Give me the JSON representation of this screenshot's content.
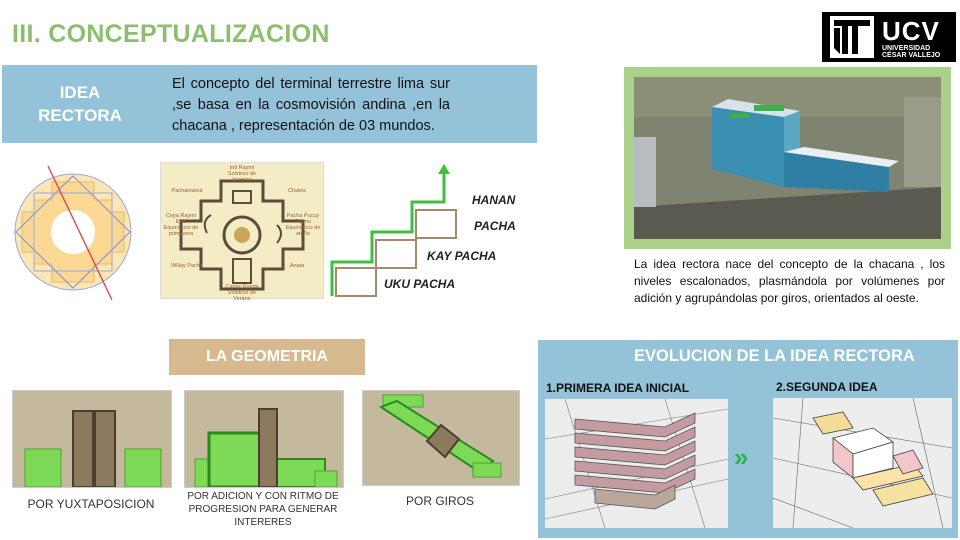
{
  "header": {
    "title": "III. CONCEPTUALIZACION",
    "logo_main": "UCV",
    "logo_sub1": "UNIVERSIDAD",
    "logo_sub2": "CÉSAR VALLEJO"
  },
  "idea": {
    "label_line1": "IDEA",
    "label_line2": "RECTORA",
    "text": "El concepto del terminal terrestre lima sur ,se basa en la cosmovisión andina ,en la chacana , representación de  03 mundos."
  },
  "calendar": {
    "top": "Inti Raymi",
    "top_sub": "Solsticio de Invierno",
    "left_top": "Pachamama",
    "right_top": "Chakra",
    "left_mid": "Coya Raymi Killa",
    "left_mid_sub": "Equinoccio de primavera",
    "right_mid": "Pacha Pucuy Raymi",
    "right_mid_sub": "Equinoccio de otoño",
    "left_bot": "Willay Pacha",
    "right_bot": "Anata",
    "bottom": "Capac Raymi",
    "bottom_sub": "Solsticio de Verano"
  },
  "stairs": {
    "hanan": "HANAN",
    "pacha": "PACHA",
    "kay": "KAY PACHA",
    "uku": "UKU PACHA"
  },
  "right": {
    "text": "La idea rectora nace del concepto de la chacana , los niveles escalonados, plasmándola por volúmenes por adición y agrupándolas por giros, orientados al oeste."
  },
  "geometria": {
    "title": "LA GEOMETRIA",
    "cap1": "POR YUXTAPOSICION",
    "cap2": "POR ADICION Y CON RITMO DE PROGRESION PARA GENERAR INTERERES",
    "cap3": "POR GIROS"
  },
  "evolucion": {
    "title": "EVOLUCION DE LA IDEA RECTORA",
    "first": "1.PRIMERA IDEA INICIAL",
    "second": "2.SEGUNDA IDEA",
    "arrow": "»"
  },
  "colors": {
    "accent_green": "#8bbf6e",
    "box_blue": "#94c2d8",
    "box_tan": "#d6b98f",
    "shape_green": "#7ed957"
  }
}
